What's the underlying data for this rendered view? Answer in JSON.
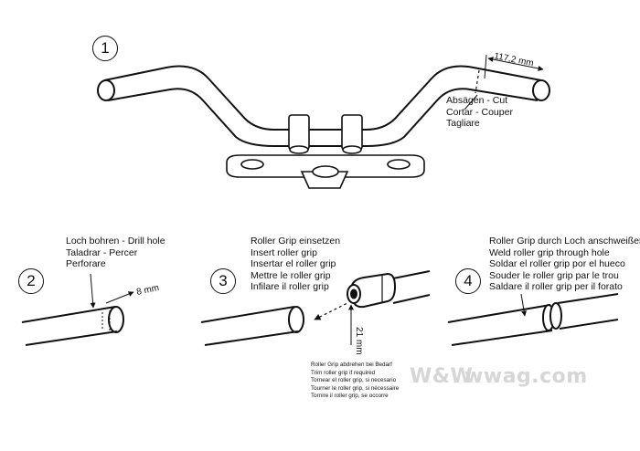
{
  "steps": [
    {
      "number": "1",
      "dimension": "117,2 mm",
      "lines": [
        "Absägen - Cut",
        "Cortar - Couper",
        "Tagliare"
      ]
    },
    {
      "number": "2",
      "dimension": "8 mm",
      "lines": [
        "Loch bohren - Drill hole",
        "Taladrar - Percer",
        "Perforare"
      ]
    },
    {
      "number": "3",
      "dimension": "21 mm",
      "lines": [
        "Roller Grip einsetzen",
        "Insert roller grip",
        "Insertar el roller grip",
        "Mettre le roller grip",
        "Infilare il roller grip"
      ],
      "note_lines": [
        "Roller Grip abdrehen bei Bedarf",
        "Trim roller grip if required",
        "Tornear el roller grip, si necesario",
        "Tourner le roller grip, si nécessaire",
        "Tornire il roller grip, se occorre"
      ]
    },
    {
      "number": "4",
      "lines": [
        "Roller Grip durch Loch anschweißen",
        "Weld roller grip through hole",
        "Soldar el roller grip por el hueco",
        "Souder le roller grip par le trou",
        "Saldare il roller grip per il forato"
      ]
    }
  ],
  "watermark": {
    "brand": "W&W",
    "site": "wwag.com"
  }
}
